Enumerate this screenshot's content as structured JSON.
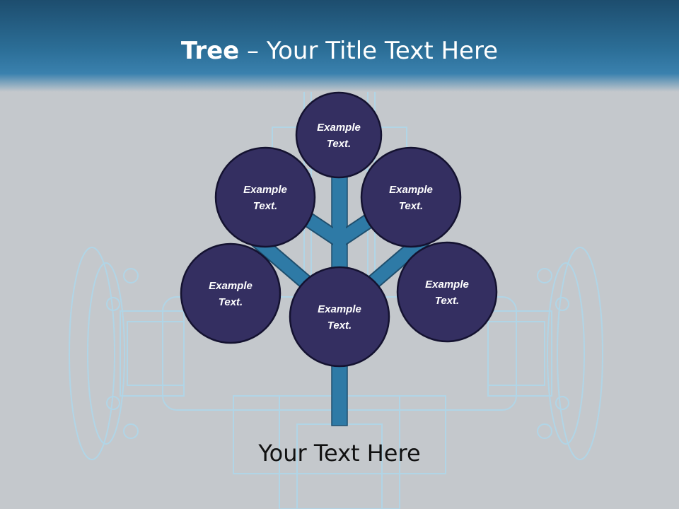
{
  "slide": {
    "title_bold": "Tree",
    "title_rest": " – Your Title Text Here",
    "footer": "Your Text Here"
  },
  "colors": {
    "header": "#2c6f98",
    "node_fill": "#342f61",
    "branch": "#2e7aa6"
  },
  "tree": {
    "nodes": [
      {
        "line1": "Example",
        "line2": "Text."
      },
      {
        "line1": "Example",
        "line2": "Text."
      },
      {
        "line1": "Example",
        "line2": "Text."
      },
      {
        "line1": "Example",
        "line2": "Text."
      },
      {
        "line1": "Example",
        "line2": "Text."
      },
      {
        "line1": "Example",
        "line2": "Text."
      }
    ]
  }
}
